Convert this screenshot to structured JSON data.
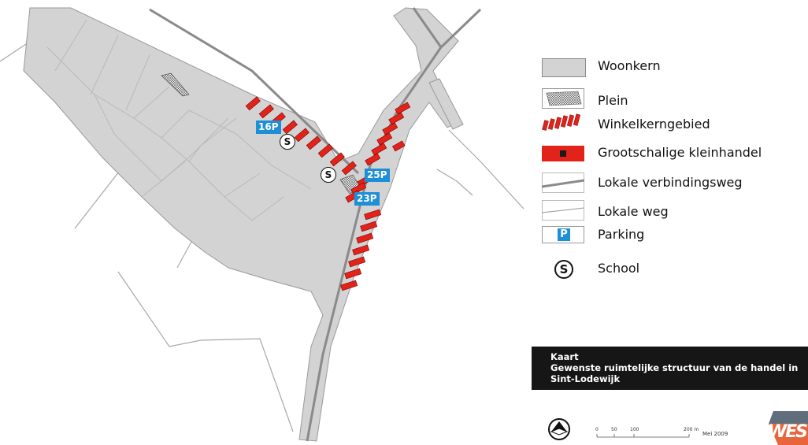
{
  "legend": {
    "items": [
      {
        "label": "Woonkern"
      },
      {
        "label": "Plein"
      },
      {
        "label": "Winkelkerngebied"
      },
      {
        "label": "Grootschalige kleinhandel"
      },
      {
        "label": "Lokale verbindingsweg"
      },
      {
        "label": "Lokale weg"
      },
      {
        "label": "Parking"
      },
      {
        "label": "School"
      }
    ],
    "parking_symbol": "P",
    "school_symbol": "S"
  },
  "map": {
    "parking_labels": [
      "16P",
      "25P",
      "23P"
    ],
    "school_symbol": "S"
  },
  "title_block": {
    "line1": "Kaart",
    "line2": "Gewenste ruimtelijke structuur van de handel in",
    "line3": "Sint-Lodewijk"
  },
  "scale_bar": {
    "ticks": [
      "0",
      "50",
      "100",
      "200 m"
    ]
  },
  "date": "Mei 2009",
  "logo": "WES",
  "colors": {
    "woonkern": "#d3d3d3",
    "winkel": "#e2231a",
    "parking": "#1d8fd6",
    "road_main": "#8a8a8a",
    "road_local": "#a8a8a8"
  },
  "icons": {
    "north_arrow": "north-arrow-icon"
  }
}
